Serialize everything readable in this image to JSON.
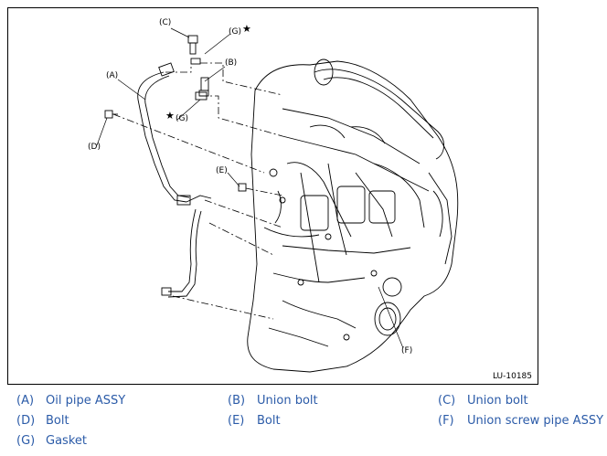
{
  "figure": {
    "id_label": "LU-10185",
    "callouts": {
      "c": "(C)",
      "g_top": "(G)",
      "star_top": "★",
      "b": "(B)",
      "a": "(A)",
      "star_mid": "★",
      "g_mid": "(G)",
      "d": "(D)",
      "e": "(E)",
      "f": "(F)"
    }
  },
  "legend": {
    "rows": [
      [
        {
          "key": "(A)",
          "label": "Oil pipe ASSY"
        },
        {
          "key": "(B)",
          "label": "Union bolt"
        },
        {
          "key": "(C)",
          "label": "Union bolt"
        }
      ],
      [
        {
          "key": "(D)",
          "label": "Bolt"
        },
        {
          "key": "(E)",
          "label": "Bolt"
        },
        {
          "key": "(F)",
          "label": "Union screw pipe ASSY"
        }
      ],
      [
        {
          "key": "(G)",
          "label": "Gasket"
        }
      ]
    ],
    "color": "#2b5ba8"
  }
}
